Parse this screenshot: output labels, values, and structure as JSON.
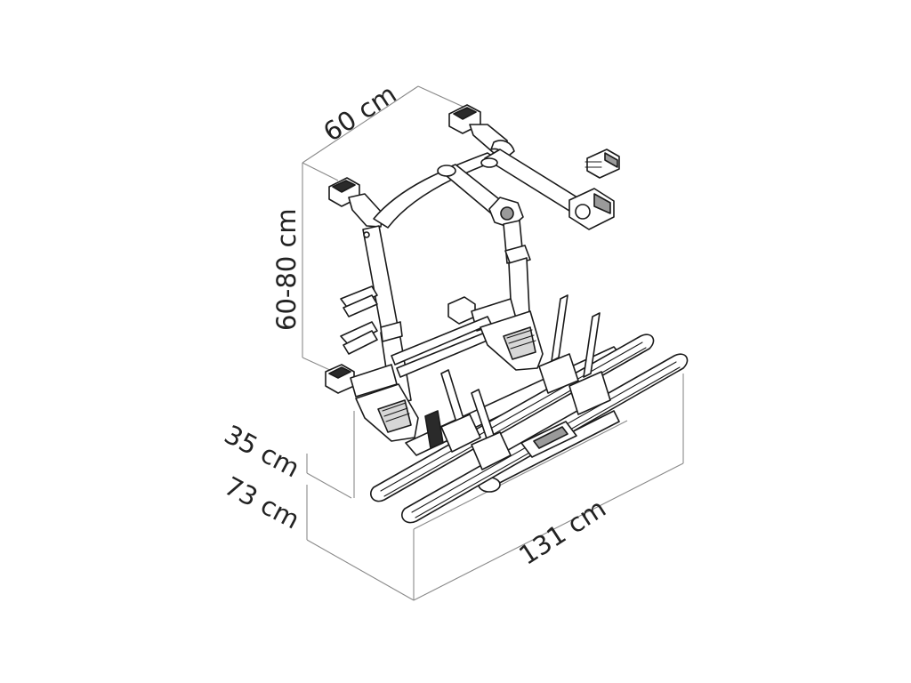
{
  "dimensions": {
    "depth": "60 cm",
    "height": "60-80 cm",
    "rail_height": "35 cm",
    "clearance": "73 cm",
    "width": "131 cm"
  },
  "colors": {
    "line": "#1a1a1a",
    "dimension_line": "#8a8a8a",
    "text": "#222222",
    "background": "#ffffff"
  }
}
